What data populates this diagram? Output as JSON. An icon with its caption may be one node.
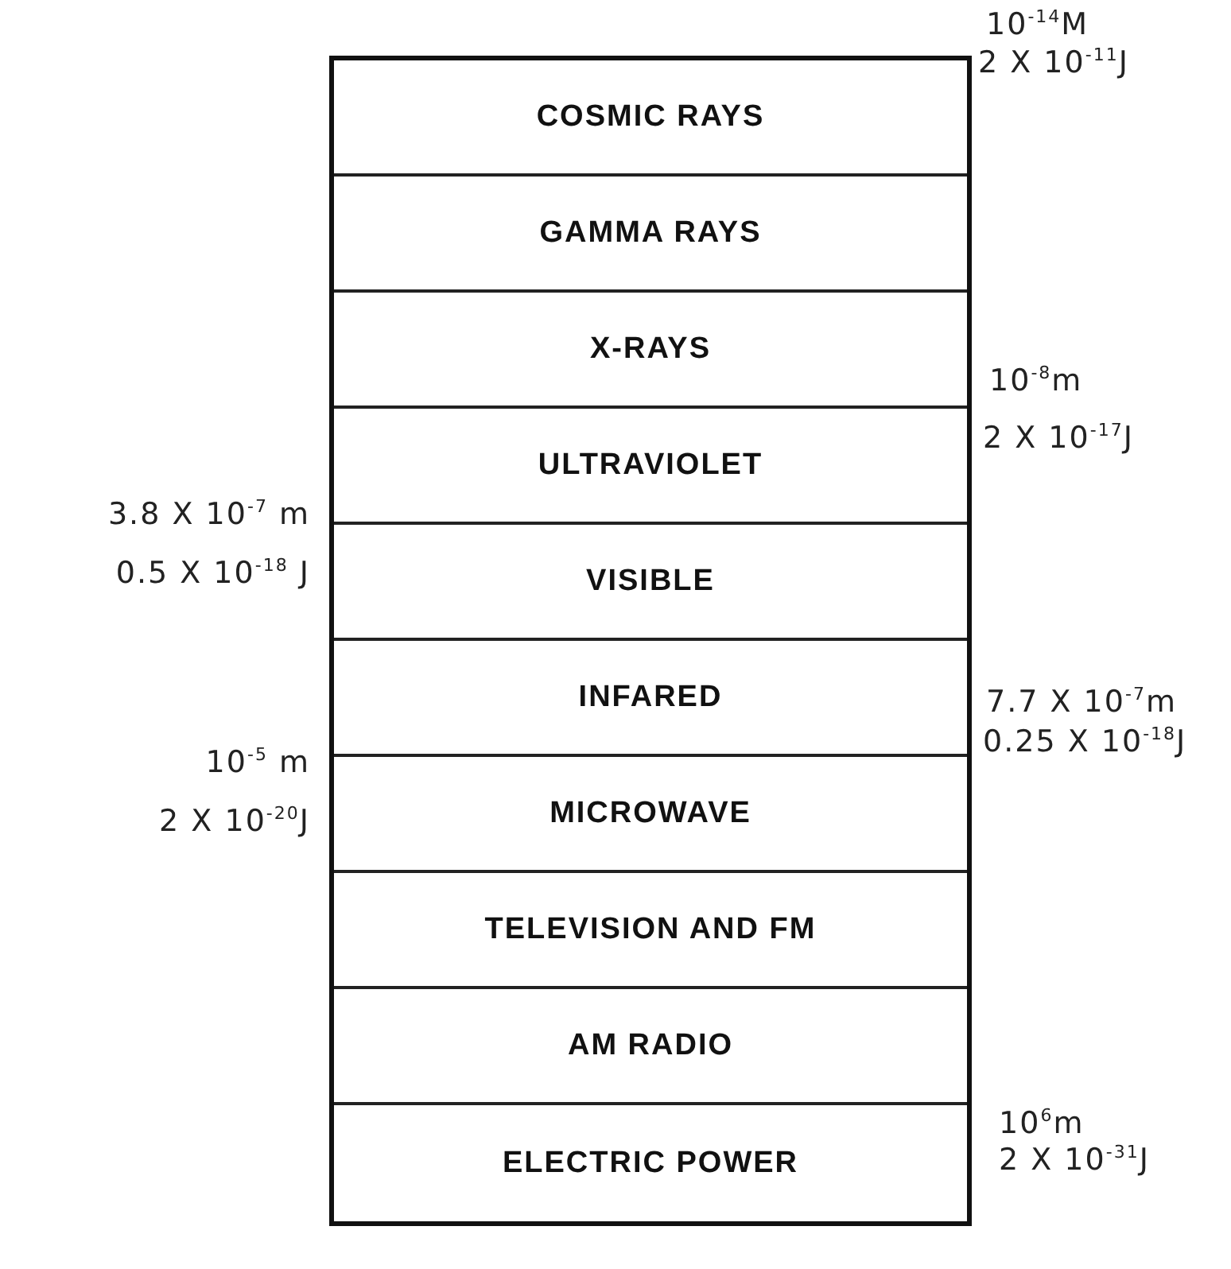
{
  "diagram": {
    "nodes": [
      {
        "text": [
          "COSMIC RAYS"
        ]
      },
      {
        "text": [
          "GAMMA RAYS"
        ]
      },
      {
        "text": [
          "X-RAYS"
        ]
      },
      {
        "text": [
          "ULTRAVIOLET"
        ]
      },
      {
        "text": [
          "VISIBLE"
        ]
      },
      {
        "text": [
          "INFARED"
        ]
      },
      {
        "text": [
          "MICROWAVE"
        ]
      },
      {
        "text": [
          "TELEVISION AND FM"
        ]
      },
      {
        "text": [
          "AM RADIO"
        ]
      },
      {
        "text": [
          "ELECTRIC POWER"
        ]
      }
    ],
    "labels": [
      "10$^{-14}$M",
      "2 X 10$^{-11}$J",
      "10$^{-8}$m",
      "2 X 10$^{-17}$J",
      "3.8 X 10$^{-7}$ m",
      "0.5 X 10$^{-18}$ J",
      "7.7 X 10$^{-7}$m",
      "0.25 X 10$^{-18}$J",
      "10$^{-5}$ m",
      "2 X 10$^{-20}$J",
      "10$^{6}$m",
      "2 X 10$^{-31}$J"
    ]
  }
}
